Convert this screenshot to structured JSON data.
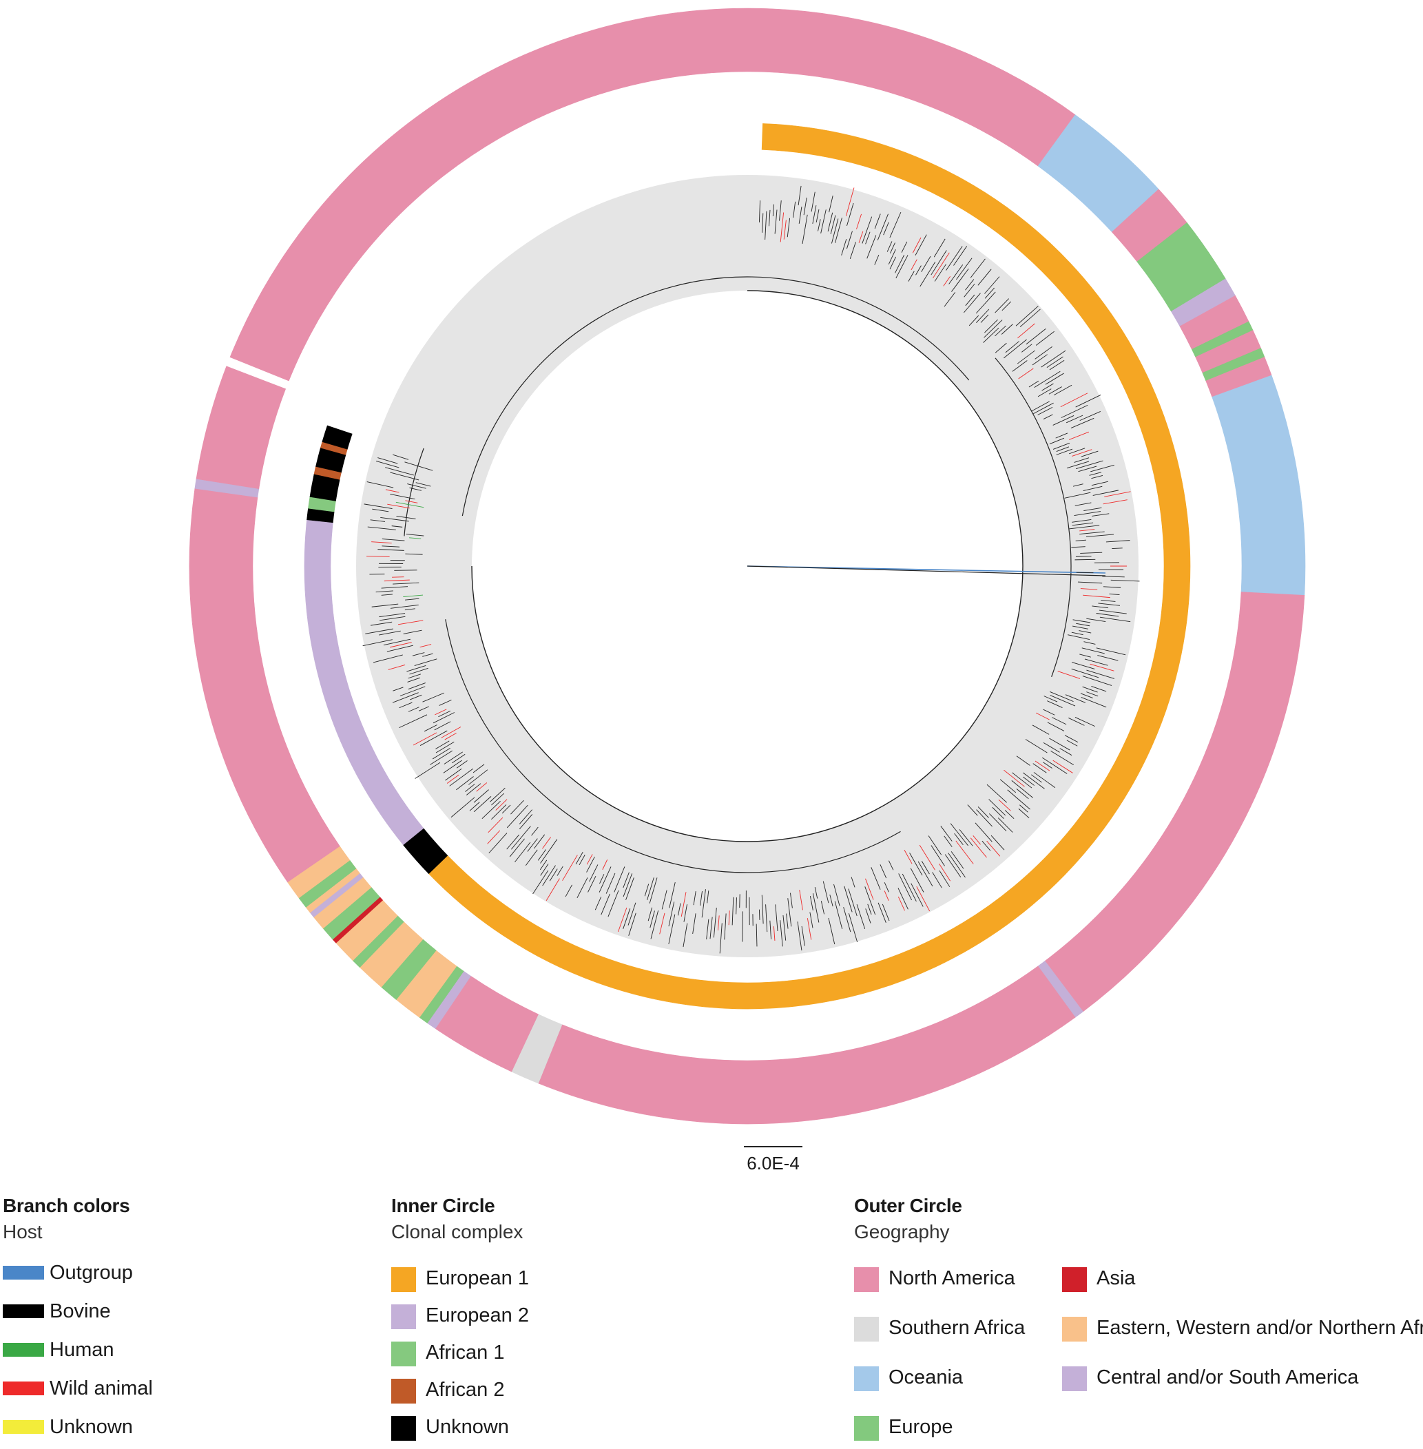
{
  "scale_label": "6.0E-4",
  "legends": {
    "branch": {
      "title": "Branch colors",
      "subtitle": "Host",
      "items": [
        {
          "label": "Outgroup",
          "color": "#4a86c8"
        },
        {
          "label": "Bovine",
          "color": "#000000"
        },
        {
          "label": "Human",
          "color": "#3aa845"
        },
        {
          "label": "Wild animal",
          "color": "#ee2a2a"
        },
        {
          "label": "Unknown",
          "color": "#f3ec3a"
        }
      ]
    },
    "inner": {
      "title": "Inner Circle",
      "subtitle": "Clonal complex",
      "items": [
        {
          "label": "European 1",
          "color": "#f5a623"
        },
        {
          "label": "European 2",
          "color": "#c4b0d8"
        },
        {
          "label": "African 1",
          "color": "#85c97f"
        },
        {
          "label": "African 2",
          "color": "#c05a28"
        },
        {
          "label": "Unknown",
          "color": "#000000"
        }
      ]
    },
    "outer": {
      "title": "Outer Circle",
      "subtitle": "Geography",
      "items": [
        {
          "label": "North America",
          "color": "#e78fab"
        },
        {
          "label": "Southern Africa",
          "color": "#dcdcdc"
        },
        {
          "label": "Oceania",
          "color": "#a4c9ea"
        },
        {
          "label": "Europe",
          "color": "#83c97e"
        },
        {
          "label": "Asia",
          "color": "#d0202a"
        },
        {
          "label": "Eastern, Western and/or Northern Africa",
          "color": "#f9c18a"
        },
        {
          "label": "Central and/or South America",
          "color": "#c4b0d8"
        }
      ]
    }
  },
  "inner_ring": [
    {
      "category": "European 1",
      "from_deg": -88,
      "to_deg": 136
    },
    {
      "category": "Unknown",
      "from_deg": 136,
      "to_deg": 141
    },
    {
      "category": "European 2",
      "from_deg": 141,
      "to_deg": 186
    },
    {
      "category": "Unknown",
      "from_deg": 186,
      "to_deg": 187.5
    },
    {
      "category": "African 1",
      "from_deg": 187.5,
      "to_deg": 189
    },
    {
      "category": "Unknown",
      "from_deg": 189,
      "to_deg": 192
    },
    {
      "category": "African 2",
      "from_deg": 192,
      "to_deg": 193
    },
    {
      "category": "Unknown",
      "from_deg": 193,
      "to_deg": 195.5
    },
    {
      "category": "African 2",
      "from_deg": 195.5,
      "to_deg": 196.3
    },
    {
      "category": "Unknown",
      "from_deg": 196.3,
      "to_deg": 198.5
    }
  ],
  "outer_ring": [
    {
      "region": "North America",
      "from_deg": -158,
      "to_deg": -54
    },
    {
      "region": "Oceania",
      "from_deg": -54,
      "to_deg": -42.5
    },
    {
      "region": "North America",
      "from_deg": -42.5,
      "to_deg": -38
    },
    {
      "region": "Europe",
      "from_deg": -38,
      "to_deg": -31
    },
    {
      "region": "Central and/or South America",
      "from_deg": -31,
      "to_deg": -29
    },
    {
      "region": "North America",
      "from_deg": -29,
      "to_deg": -26
    },
    {
      "region": "Europe",
      "from_deg": -26,
      "to_deg": -25
    },
    {
      "region": "North America",
      "from_deg": -25,
      "to_deg": -23
    },
    {
      "region": "Europe",
      "from_deg": -23,
      "to_deg": -22
    },
    {
      "region": "North America",
      "from_deg": -22,
      "to_deg": -20
    },
    {
      "region": "Oceania",
      "from_deg": -20,
      "to_deg": 3
    },
    {
      "region": "North America",
      "from_deg": 3,
      "to_deg": 53
    },
    {
      "region": "Central and/or South America",
      "from_deg": 53,
      "to_deg": 54
    },
    {
      "region": "North America",
      "from_deg": 54,
      "to_deg": 112
    },
    {
      "region": "Southern Africa",
      "from_deg": 112,
      "to_deg": 115
    },
    {
      "region": "North America",
      "from_deg": 115,
      "to_deg": 124
    },
    {
      "region": "Central and/or South America",
      "from_deg": 124,
      "to_deg": 125
    },
    {
      "region": "Europe",
      "from_deg": 125,
      "to_deg": 126
    },
    {
      "region": "Eastern, Western and/or Northern Africa",
      "from_deg": 126,
      "to_deg": 129
    },
    {
      "region": "Europe",
      "from_deg": 129,
      "to_deg": 131
    },
    {
      "region": "Eastern, Western and/or Northern Africa",
      "from_deg": 131,
      "to_deg": 134
    },
    {
      "region": "Europe",
      "from_deg": 134,
      "to_deg": 135
    },
    {
      "region": "Eastern, Western and/or Northern Africa",
      "from_deg": 135,
      "to_deg": 137.5
    },
    {
      "region": "Asia",
      "from_deg": 137.5,
      "to_deg": 138
    },
    {
      "region": "Europe",
      "from_deg": 138,
      "to_deg": 139.5
    },
    {
      "region": "Eastern, Western and/or Northern Africa",
      "from_deg": 139.5,
      "to_deg": 141
    },
    {
      "region": "Central and/or South America",
      "from_deg": 141,
      "to_deg": 141.6
    },
    {
      "region": "Eastern, Western and/or Northern Africa",
      "from_deg": 141.6,
      "to_deg": 142.3
    },
    {
      "region": "Europe",
      "from_deg": 142.3,
      "to_deg": 143.5
    },
    {
      "region": "Eastern, Western and/or Northern Africa",
      "from_deg": 143.5,
      "to_deg": 145.5
    },
    {
      "region": "North America",
      "from_deg": 145.5,
      "to_deg": 188
    },
    {
      "region": "Central and/or South America",
      "from_deg": 188,
      "to_deg": 189
    },
    {
      "region": "North America",
      "from_deg": 189,
      "to_deg": 201
    }
  ]
}
